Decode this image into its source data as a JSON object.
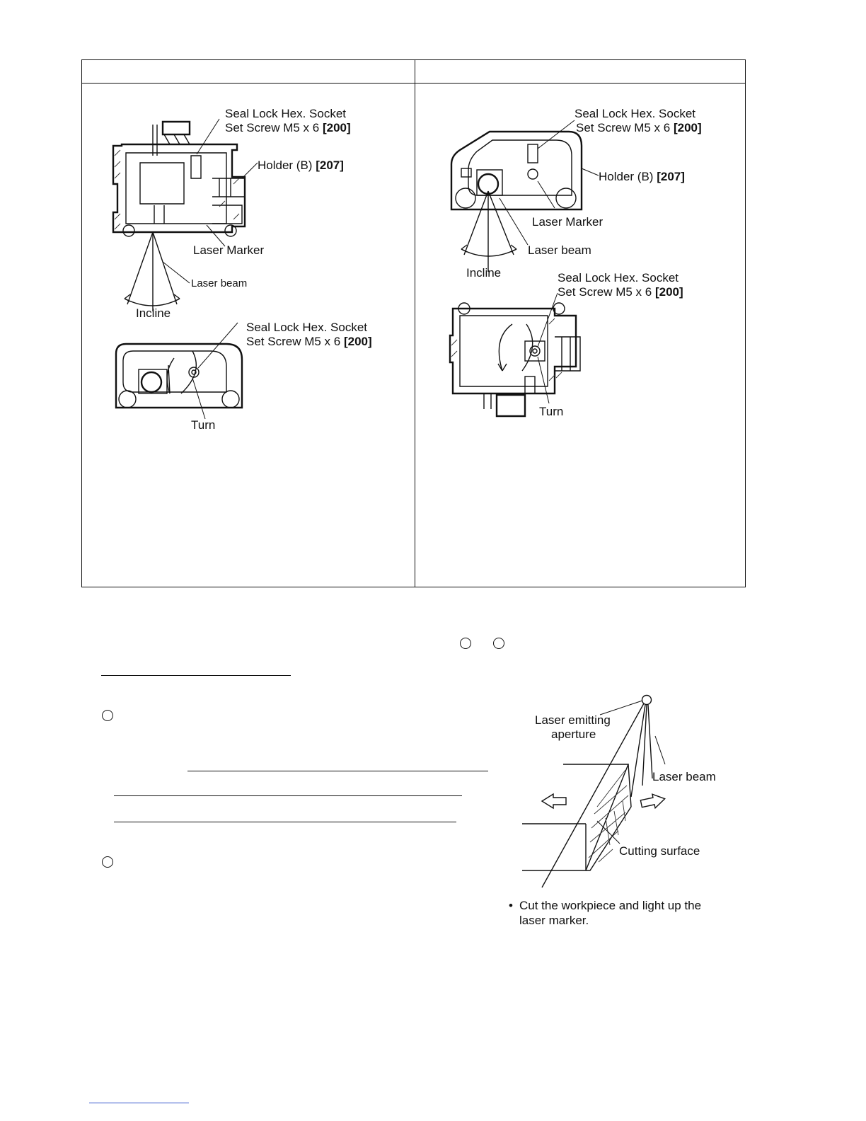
{
  "left_panel": {
    "top_figure": {
      "screw_label_line1": "Seal Lock Hex. Socket",
      "screw_label_line2": "Set Screw M5 x 6",
      "screw_ref": "[200]",
      "holder_label": "Holder (B)",
      "holder_ref": "[207]",
      "marker_label": "Laser Marker",
      "beam_label": "Laser beam",
      "incline_label": "Incline"
    },
    "bottom_figure": {
      "screw_label_line1": "Seal Lock Hex. Socket",
      "screw_label_line2": "Set Screw M5 x 6",
      "screw_ref": "[200]",
      "turn_label": "Turn"
    }
  },
  "right_panel": {
    "top_figure": {
      "screw_label_line1": "Seal Lock Hex. Socket",
      "screw_label_line2": "Set Screw M5 x 6",
      "screw_ref": "[200]",
      "holder_label": "Holder (B)",
      "holder_ref": "[207]",
      "marker_label": "Laser Marker",
      "beam_label": "Laser beam",
      "incline_label": "Incline"
    },
    "bottom_figure": {
      "screw_label_line1": "Seal Lock Hex. Socket",
      "screw_label_line2": "Set Screw M5 x 6",
      "screw_ref": "[200]",
      "turn_label": "Turn"
    }
  },
  "cut_figure": {
    "aperture_label_line1": "Laser emitting",
    "aperture_label_line2": "aperture",
    "beam_label": "Laser beam",
    "surface_label": "Cutting surface",
    "bullet": "•",
    "note_line1": "Cut the workpiece and light up the",
    "note_line2": "laser marker."
  }
}
